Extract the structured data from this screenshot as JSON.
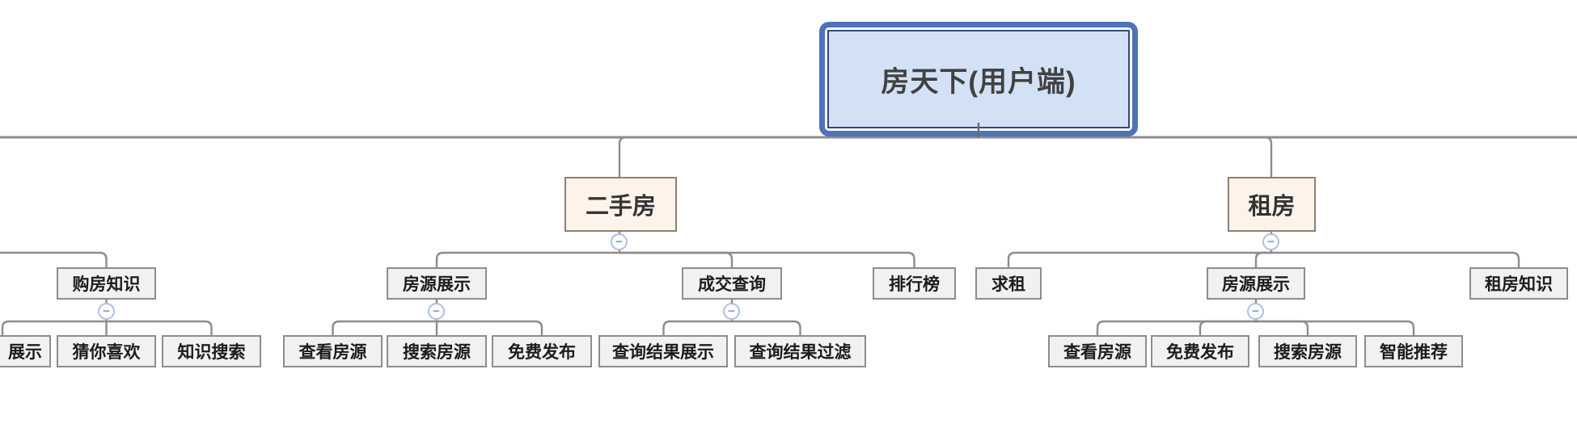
{
  "mindmap": {
    "root": {
      "label": "房天下(用户端)"
    },
    "collapse_glyph": "−",
    "branches": [
      {
        "label": "二手房",
        "children": [
          {
            "label": "房源展示",
            "children": [
              {
                "label": "查看房源"
              },
              {
                "label": "搜索房源"
              },
              {
                "label": "免费发布"
              }
            ]
          },
          {
            "label": "成交查询",
            "children": [
              {
                "label": "查询结果展示"
              },
              {
                "label": "查询结果过滤"
              }
            ]
          },
          {
            "label": "排行榜",
            "children": []
          }
        ]
      },
      {
        "label": "租房",
        "children": [
          {
            "label": "求租",
            "children": []
          },
          {
            "label": "房源展示",
            "children": [
              {
                "label": "查看房源"
              },
              {
                "label": "免费发布"
              },
              {
                "label": "搜索房源"
              },
              {
                "label": "智能推荐"
              }
            ]
          },
          {
            "label": "租房知识",
            "children": []
          }
        ]
      }
    ],
    "offscreen_left_branch": {
      "children": [
        {
          "label": "购房知识",
          "children": [
            {
              "label": "展示"
            },
            {
              "label": "猜你喜欢"
            },
            {
              "label": "知识搜索"
            }
          ]
        }
      ]
    },
    "colors": {
      "root_fill": "#d2e1f6",
      "root_selection_border": "#4e73b9",
      "root_inner_border": "#33497a",
      "branch_fill": "#fdf3ea",
      "branch_border": "#8b8173",
      "node_fill": "#f1f1f1",
      "node_border": "#8d8d8d",
      "connector": "#8c8c8c",
      "collapse_border": "#abc0e5",
      "collapse_glyph_color": "#7e9ad2"
    }
  }
}
